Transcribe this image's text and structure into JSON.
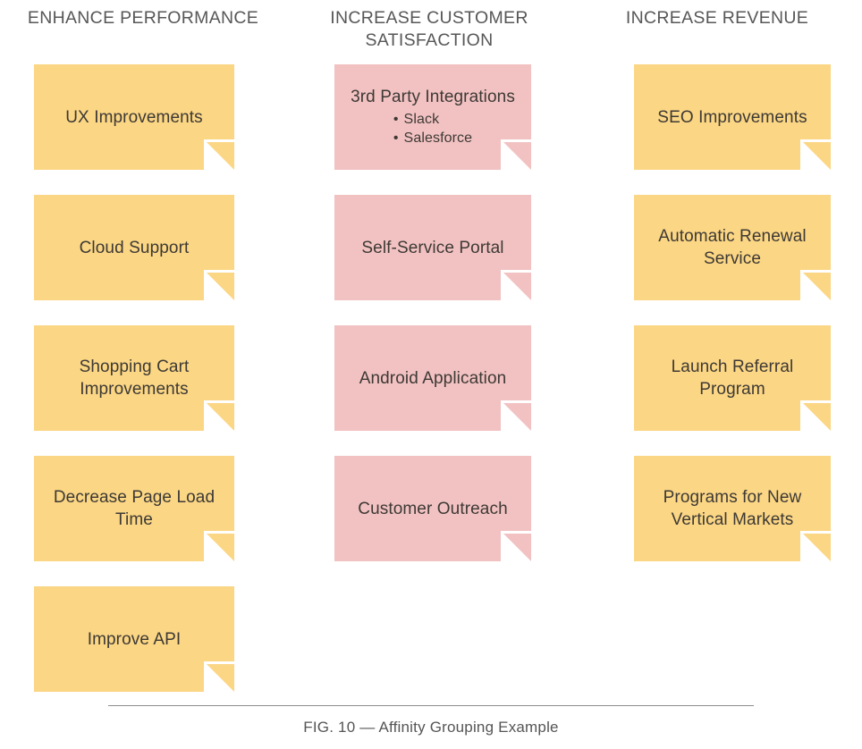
{
  "figure": {
    "caption": "FIG. 10 — Affinity Grouping Example"
  },
  "columns": [
    {
      "header": "ENHANCE PERFORMANCE",
      "color": "#fbd684",
      "notes": [
        {
          "title": "UX Improvements",
          "bullets": []
        },
        {
          "title": "Cloud Support",
          "bullets": []
        },
        {
          "title": "Shopping Cart Improvements",
          "bullets": []
        },
        {
          "title": "Decrease Page Load Time",
          "bullets": []
        },
        {
          "title": "Improve API",
          "bullets": []
        }
      ]
    },
    {
      "header": "INCREASE CUSTOMER SATISFACTION",
      "color": "#f2c2c2",
      "notes": [
        {
          "title": "3rd Party Integrations",
          "bullets": [
            "Slack",
            "Salesforce"
          ]
        },
        {
          "title": "Self-Service Portal",
          "bullets": []
        },
        {
          "title": "Android Application",
          "bullets": []
        },
        {
          "title": "Customer Outreach",
          "bullets": []
        }
      ]
    },
    {
      "header": "INCREASE REVENUE",
      "color": "#fbd684",
      "notes": [
        {
          "title": "SEO Improvements",
          "bullets": []
        },
        {
          "title": "Automatic Renewal Service",
          "bullets": []
        },
        {
          "title": "Launch Referral Program",
          "bullets": []
        },
        {
          "title": "Programs for New Vertical Markets",
          "bullets": []
        }
      ]
    }
  ]
}
